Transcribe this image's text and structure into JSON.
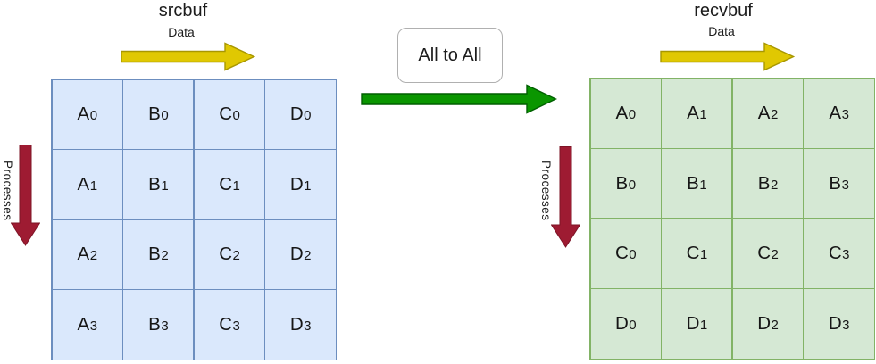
{
  "colors": {
    "blue_cell_fill": "#dae8fc",
    "blue_cell_stroke": "#6c8ebf",
    "green_cell_fill": "#d5e8d4",
    "green_cell_stroke": "#82b366",
    "yellow_arrow_fill": "#e0c802",
    "yellow_arrow_stroke": "#a89700",
    "green_arrow_fill": "#0a9600",
    "green_arrow_stroke": "#005f00",
    "red_arrow_fill": "#9e1b32",
    "red_arrow_stroke": "#7d1426",
    "box_border": "#b0b0b0"
  },
  "center": {
    "label": "All to All"
  },
  "src": {
    "title": "srcbuf",
    "data_label": "Data",
    "processes_label": "Processes",
    "rows": [
      [
        {
          "base": "A",
          "sub": "0"
        },
        {
          "base": "B",
          "sub": "0"
        },
        {
          "base": "C",
          "sub": "0"
        },
        {
          "base": "D",
          "sub": "0"
        }
      ],
      [
        {
          "base": "A",
          "sub": "1"
        },
        {
          "base": "B",
          "sub": "1"
        },
        {
          "base": "C",
          "sub": "1"
        },
        {
          "base": "D",
          "sub": "1"
        }
      ],
      [
        {
          "base": "A",
          "sub": "2"
        },
        {
          "base": "B",
          "sub": "2"
        },
        {
          "base": "C",
          "sub": "2"
        },
        {
          "base": "D",
          "sub": "2"
        }
      ],
      [
        {
          "base": "A",
          "sub": "3"
        },
        {
          "base": "B",
          "sub": "3"
        },
        {
          "base": "C",
          "sub": "3"
        },
        {
          "base": "D",
          "sub": "3"
        }
      ]
    ]
  },
  "recv": {
    "title": "recvbuf",
    "data_label": "Data",
    "processes_label": "Processes",
    "rows": [
      [
        {
          "base": "A",
          "sub": "0"
        },
        {
          "base": "A",
          "sub": "1"
        },
        {
          "base": "A",
          "sub": "2"
        },
        {
          "base": "A",
          "sub": "3"
        }
      ],
      [
        {
          "base": "B",
          "sub": "0"
        },
        {
          "base": "B",
          "sub": "1"
        },
        {
          "base": "B",
          "sub": "2"
        },
        {
          "base": "B",
          "sub": "3"
        }
      ],
      [
        {
          "base": "C",
          "sub": "0"
        },
        {
          "base": "C",
          "sub": "1"
        },
        {
          "base": "C",
          "sub": "2"
        },
        {
          "base": "C",
          "sub": "3"
        }
      ],
      [
        {
          "base": "D",
          "sub": "0"
        },
        {
          "base": "D",
          "sub": "1"
        },
        {
          "base": "D",
          "sub": "2"
        },
        {
          "base": "D",
          "sub": "3"
        }
      ]
    ]
  }
}
